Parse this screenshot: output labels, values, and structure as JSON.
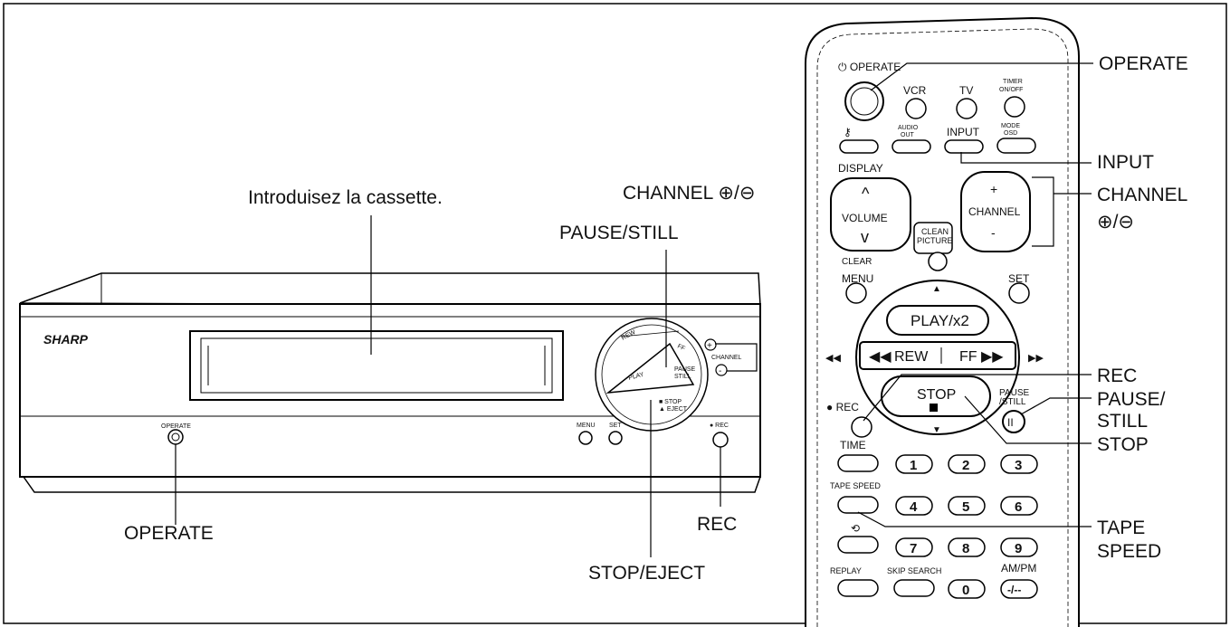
{
  "callouts": {
    "insert_cassette": "Introduisez la cassette.",
    "channel_vcr": "CHANNEL ⊕/⊖",
    "pause_still_vcr": "PAUSE/STILL",
    "operate_vcr": "OPERATE",
    "rec_vcr": "REC",
    "stop_eject": "STOP/EJECT",
    "operate_remote": "OPERATE",
    "input_remote": "INPUT",
    "channel_remote_1": "CHANNEL",
    "channel_remote_2": "⊕/⊖",
    "rec_remote": "REC",
    "pause_remote_1": "PAUSE/",
    "pause_remote_2": "STILL",
    "stop_remote": "STOP",
    "tape_speed_1": "TAPE",
    "tape_speed_2": "SPEED"
  },
  "vcr": {
    "brand": "SHARP",
    "operate": "OPERATE",
    "menu": "MENU",
    "set": "SET",
    "rec": "● REC",
    "dial": {
      "rew": "REW",
      "ff": "FF",
      "play": "PLAY",
      "pause": "PAUSE",
      "still": "STILL",
      "stop": "■ STOP",
      "eject": "▲ EJECT"
    },
    "channel": "CHANNEL"
  },
  "remote": {
    "operate": "⏻ OPERATE",
    "vcr": "VCR",
    "tv": "TV",
    "timer_1": "TIMER",
    "timer_2": "ON/OFF",
    "key": "⚷",
    "audio_1": "AUDIO",
    "audio_2": "OUT",
    "input": "INPUT",
    "mode_1": "MODE",
    "mode_2": "OSD",
    "display": "DISPLAY",
    "volume": "VOLUME",
    "clear": "CLEAR",
    "clean_1": "CLEAN",
    "clean_2": "PICTURE",
    "channel": "CHANNEL",
    "menu": "MENU",
    "set": "SET",
    "play": "PLAY/x2",
    "rew": "REW",
    "ff": "FF",
    "stop": "STOP",
    "rec": "● REC",
    "pause_1": "PAUSE",
    "pause_2": "/STILL",
    "time": "TIME",
    "tape_speed": "TAPE SPEED",
    "replay": "REPLAY",
    "skip": "SKIP SEARCH",
    "ampm": "AM/PM",
    "keys": [
      "1",
      "2",
      "3",
      "4",
      "5",
      "6",
      "7",
      "8",
      "9",
      "0",
      "-/--"
    ]
  }
}
